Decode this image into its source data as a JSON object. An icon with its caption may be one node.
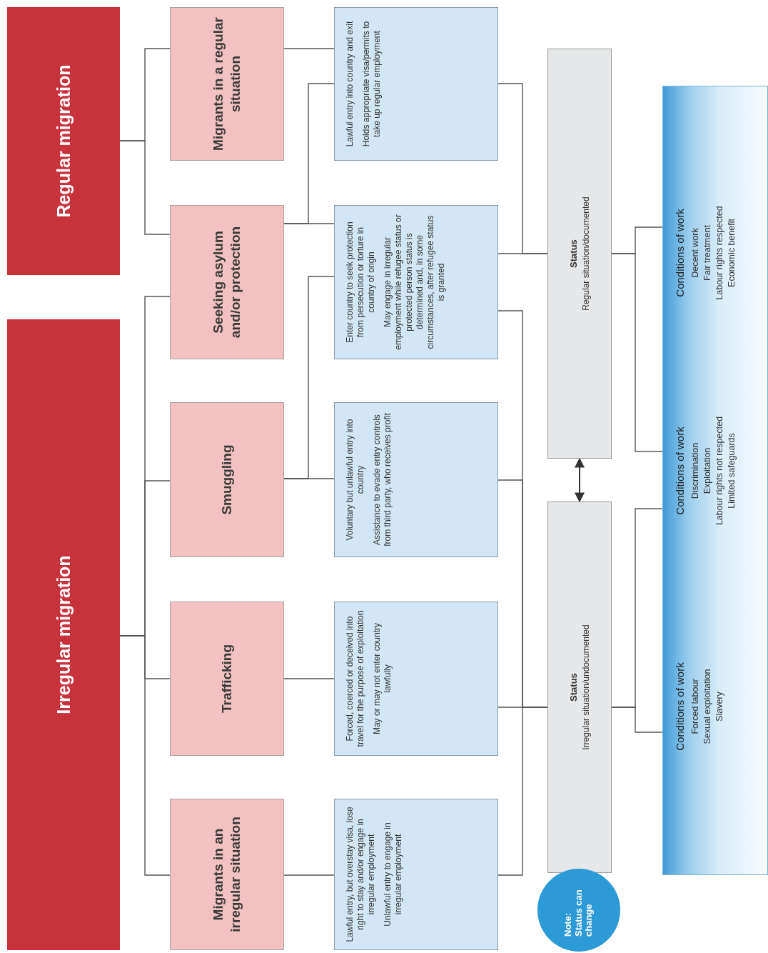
{
  "diagram": {
    "nodes": [
      {
        "text": [
          "Regular migration"
        ]
      },
      {
        "text": [
          "Irregular migration"
        ]
      },
      {
        "text": [
          "Migrants in a regular situation"
        ]
      },
      {
        "text": [
          "Seeking asylum and/or protection"
        ]
      },
      {
        "text": [
          "Smuggling"
        ]
      },
      {
        "text": [
          "Trafficking"
        ]
      },
      {
        "text": [
          "Migrants in an irregular situation"
        ]
      },
      {
        "text": [
          "Lawful entry into country and exit",
          "Holds appropriate visa/permits to take up regular employment"
        ]
      },
      {
        "text": [
          "Enter country to seek protection from persecution or torture in country of origin",
          "May engage in irregular employment while refugee status or protected person status is determined and, in some circumstances, after refugee status is granted"
        ]
      },
      {
        "text": [
          "Voluntary but unlawful entry into country",
          "Assistance to evade entry controls from third party, who receives profit"
        ]
      },
      {
        "text": [
          "Forced, coerced or deceived into travel for the purpose of exploitation",
          "May or may not enter country lawfully"
        ]
      },
      {
        "text": [
          "Lawful entry, but overstay visa, lose right to stay and/or engage in irregular employment",
          "Unlawful entry to engage in irregular employment"
        ]
      },
      {
        "text": [
          "Status",
          "Regular situation/documented"
        ]
      },
      {
        "text": [
          "Status",
          "Irregular situation/undocumented"
        ]
      },
      {
        "text": [
          "Note: Status can change"
        ]
      },
      {
        "text": [],
        "shape": "box"
      },
      {
        "text": [
          "Conditions of work",
          "Decent work",
          "Fair treatment",
          "Labour rights respected",
          "Economic benefit"
        ],
        "in": 15
      },
      {
        "text": [
          "Conditions of work",
          "Discrimination",
          "Exploitation",
          "Labour rights not respected",
          "Limited safeguards"
        ],
        "in": 15
      },
      {
        "text": [
          "Conditions of work",
          "Forced labour",
          "Sexual exploitation",
          "Slavery"
        ],
        "in": 15
      }
    ],
    "edges": [
      {
        "from": 0,
        "to": 2,
        "arrow": "none"
      },
      {
        "from": 0,
        "to": 3,
        "arrow": "none"
      },
      {
        "from": 1,
        "to": 3,
        "arrow": "none"
      },
      {
        "from": 1,
        "to": 4,
        "arrow": "none"
      },
      {
        "from": 1,
        "to": 5,
        "arrow": "none"
      },
      {
        "from": 1,
        "to": 6,
        "arrow": "none"
      },
      {
        "from": 2,
        "to": 7,
        "arrow": "none"
      },
      {
        "from": 3,
        "to": 7,
        "arrow": "none"
      },
      {
        "from": 3,
        "to": 8,
        "arrow": "none"
      },
      {
        "from": 4,
        "to": 8,
        "arrow": "none"
      },
      {
        "from": 4,
        "to": 9,
        "arrow": "none"
      },
      {
        "from": 5,
        "to": 10,
        "arrow": "none"
      },
      {
        "from": 6,
        "to": 11,
        "arrow": "none"
      },
      {
        "from": 7,
        "to": 12,
        "arrow": "none"
      },
      {
        "from": 8,
        "to": 12,
        "arrow": "none"
      },
      {
        "from": 8,
        "to": 13,
        "arrow": "none"
      },
      {
        "from": 9,
        "to": 13,
        "arrow": "none"
      },
      {
        "from": 10,
        "to": 13,
        "arrow": "none"
      },
      {
        "from": 11,
        "to": 13,
        "arrow": "none"
      },
      {
        "from": 12,
        "to": 13,
        "arrow": "both"
      },
      {
        "from": 12,
        "to": 16,
        "arrow": "none"
      },
      {
        "from": 12,
        "to": 17,
        "arrow": "none"
      },
      {
        "from": 13,
        "to": 17,
        "arrow": "none"
      },
      {
        "from": 13,
        "to": 18,
        "arrow": "none"
      }
    ]
  }
}
